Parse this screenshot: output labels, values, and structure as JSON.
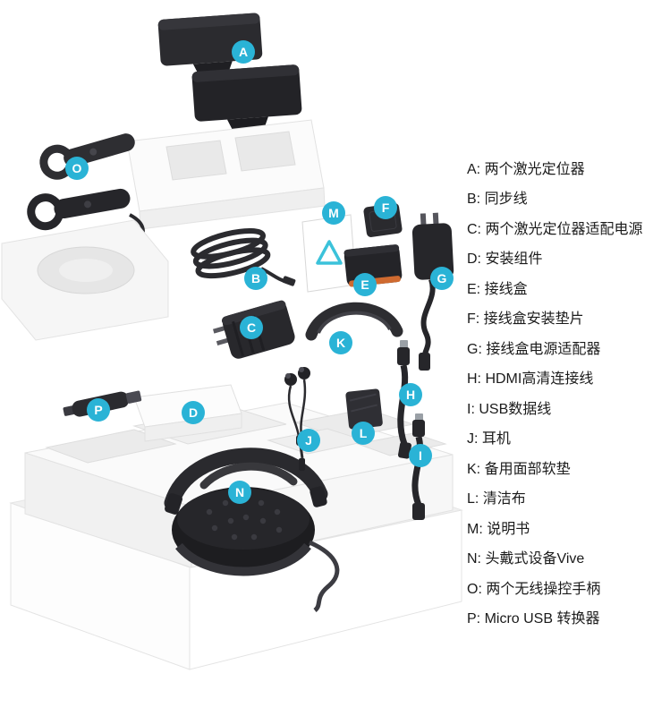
{
  "colors": {
    "marker_bg": "#2ab3d6",
    "marker_text": "#ffffff"
  },
  "markers": [
    {
      "letter": "A"
    },
    {
      "letter": "B"
    },
    {
      "letter": "C"
    },
    {
      "letter": "D"
    },
    {
      "letter": "E"
    },
    {
      "letter": "F"
    },
    {
      "letter": "G"
    },
    {
      "letter": "H"
    },
    {
      "letter": "I"
    },
    {
      "letter": "J"
    },
    {
      "letter": "K"
    },
    {
      "letter": "L"
    },
    {
      "letter": "M"
    },
    {
      "letter": "N"
    },
    {
      "letter": "O"
    },
    {
      "letter": "P"
    }
  ],
  "legend": {
    "items": [
      {
        "label": "A: 两个激光定位器"
      },
      {
        "label": "B: 同步线"
      },
      {
        "label": "C: 两个激光定位器适配电源"
      },
      {
        "label": "D: 安装组件"
      },
      {
        "label": "E: 接线盒"
      },
      {
        "label": "F: 接线盒安装垫片"
      },
      {
        "label": "G: 接线盒电源适配器"
      },
      {
        "label": "H: HDMI高清连接线"
      },
      {
        "label": "I: USB数据线"
      },
      {
        "label": "J: 耳机"
      },
      {
        "label": "K: 备用面部软垫"
      },
      {
        "label": "L: 清洁布"
      },
      {
        "label": "M: 说明书"
      },
      {
        "label": "N: 头戴式设备Vive"
      },
      {
        "label": "O: 两个无线操控手柄"
      },
      {
        "label": "P: Micro USB 转换器"
      }
    ]
  }
}
